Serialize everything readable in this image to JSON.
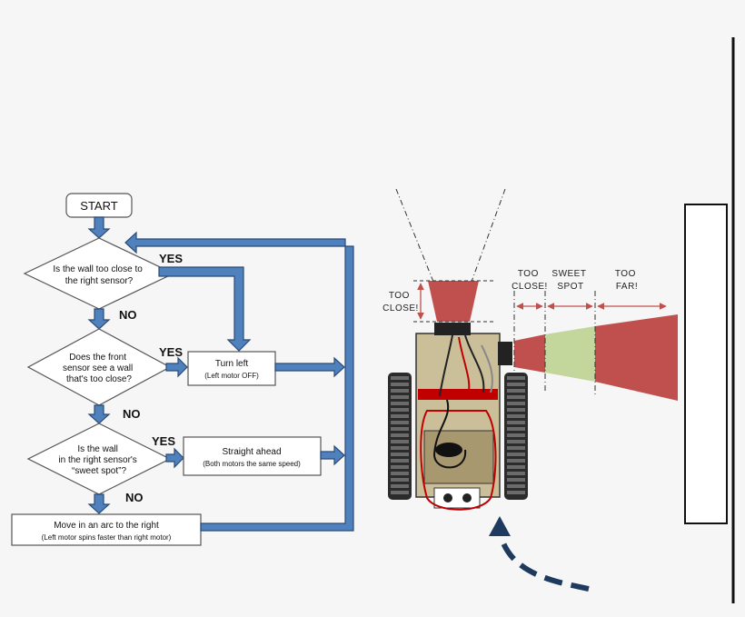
{
  "flowchart": {
    "start": "START",
    "decision1": [
      "Is the wall too close to",
      "the right sensor?"
    ],
    "decision2": [
      "Does the front",
      "sensor see a wall",
      "that's too close?"
    ],
    "decision3": [
      "Is the wall",
      "in the right sensor's",
      "“sweet spot”?"
    ],
    "action_turn": {
      "title": "Turn left",
      "sub": "(Left motor OFF)"
    },
    "action_straight": {
      "title": "Straight ahead",
      "sub": "(Both motors the same speed)"
    },
    "action_arc": {
      "title": "Move in an arc to the right",
      "sub": "(Left motor spins faster than right motor)"
    },
    "yes": "YES",
    "no": "NO"
  },
  "robot_diagram": {
    "front_zone": [
      "TOO",
      "CLOSE!"
    ],
    "side_zones": [
      {
        "lines": [
          "TOO",
          "CLOSE!"
        ],
        "color": "#c0504d"
      },
      {
        "lines": [
          "SWEET",
          "SPOT"
        ],
        "color": "#c3d69b"
      },
      {
        "lines": [
          "TOO",
          "FAR!"
        ],
        "color": "#c0504d"
      }
    ],
    "arrow_color": "#c0504d",
    "path_arrow_color": "#1f3a5f"
  }
}
